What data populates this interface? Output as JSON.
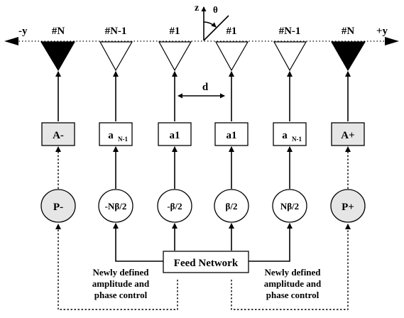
{
  "axis": {
    "neg_y": "-y",
    "pos_y": "+y",
    "z": "z",
    "theta": "θ"
  },
  "elements": [
    {
      "label": "#N",
      "filled": true
    },
    {
      "label": "#N-1",
      "filled": false
    },
    {
      "label": "#1",
      "filled": false
    },
    {
      "label": "#1",
      "filled": false
    },
    {
      "label": "#N-1",
      "filled": false
    },
    {
      "label": "#N",
      "filled": true
    }
  ],
  "spacing_label": "d",
  "amplitudes": [
    {
      "main": "A-",
      "sub": "",
      "shaded": true
    },
    {
      "main": "a",
      "sub": "N-1",
      "shaded": false
    },
    {
      "main": "a1",
      "sub": "",
      "shaded": false
    },
    {
      "main": "a1",
      "sub": "",
      "shaded": false
    },
    {
      "main": "a",
      "sub": "N-1",
      "shaded": false
    },
    {
      "main": "A+",
      "sub": "",
      "shaded": true
    }
  ],
  "phases": [
    {
      "label": "P-",
      "shaded": true
    },
    {
      "label": "-Nβ/2",
      "shaded": false
    },
    {
      "label": "-β/2",
      "shaded": false
    },
    {
      "label": "β/2",
      "shaded": false
    },
    {
      "label": "Nβ/2",
      "shaded": false
    },
    {
      "label": "P+",
      "shaded": true
    }
  ],
  "feed_network": "Feed Network",
  "control_left": [
    "Newly defined",
    "amplitude and",
    "phase control"
  ],
  "control_right": [
    "Newly defined",
    "amplitude and",
    "phase control"
  ],
  "colors": {
    "shaded": "#e6e6e6",
    "black": "#000000",
    "white": "#ffffff"
  }
}
